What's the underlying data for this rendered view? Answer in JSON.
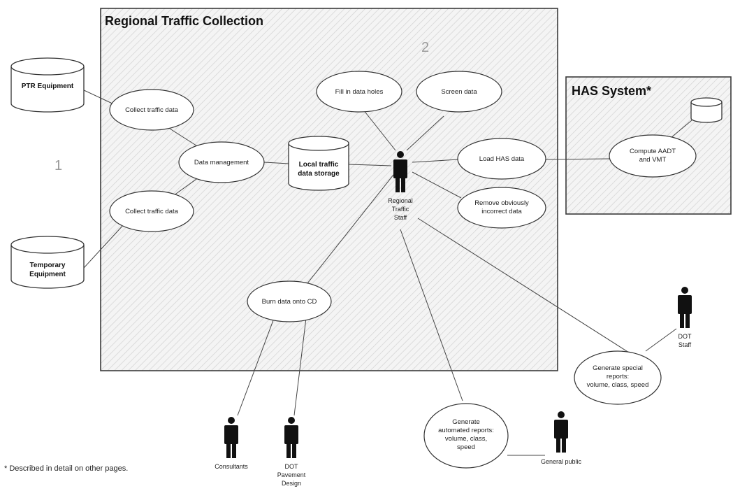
{
  "boxes": {
    "regional_title": "Regional Traffic Collection",
    "has_title": "HAS System*"
  },
  "area_numbers": {
    "outside": "1",
    "regional": "2"
  },
  "data_stores": {
    "ptr": [
      "PTR Equipment"
    ],
    "temporary": [
      "Temporary",
      "Equipment"
    ],
    "local": [
      "Local traffic",
      "data storage"
    ],
    "has": []
  },
  "use_cases": {
    "collect_top": [
      "Collect traffic data"
    ],
    "collect_bottom": [
      "Collect traffic data"
    ],
    "data_management": [
      "Data management"
    ],
    "fill_holes": [
      "Fill in data holes"
    ],
    "screen": [
      "Screen data"
    ],
    "load_has": [
      "Load HAS data"
    ],
    "remove_incorrect": [
      "Remove obviously",
      "incorrect data"
    ],
    "burn_cd": [
      "Burn data onto CD"
    ],
    "compute_aadt": [
      "Compute AADT",
      "and VMT"
    ],
    "special_reports": [
      "Generate special",
      "reports:",
      "volume, class, speed"
    ],
    "auto_reports": [
      "Generate",
      "automated reports:",
      "volume, class,",
      "speed"
    ]
  },
  "actors": {
    "regional_staff": [
      "Regional",
      "Traffic",
      "Staff"
    ],
    "dot_staff": [
      "DOT",
      "Staff"
    ],
    "consultants": [
      "Consultants"
    ],
    "dot_pavement": [
      "DOT",
      "Pavement",
      "Design"
    ],
    "general_public": [
      "General public"
    ]
  },
  "footnote": "* Described in detail on other pages."
}
